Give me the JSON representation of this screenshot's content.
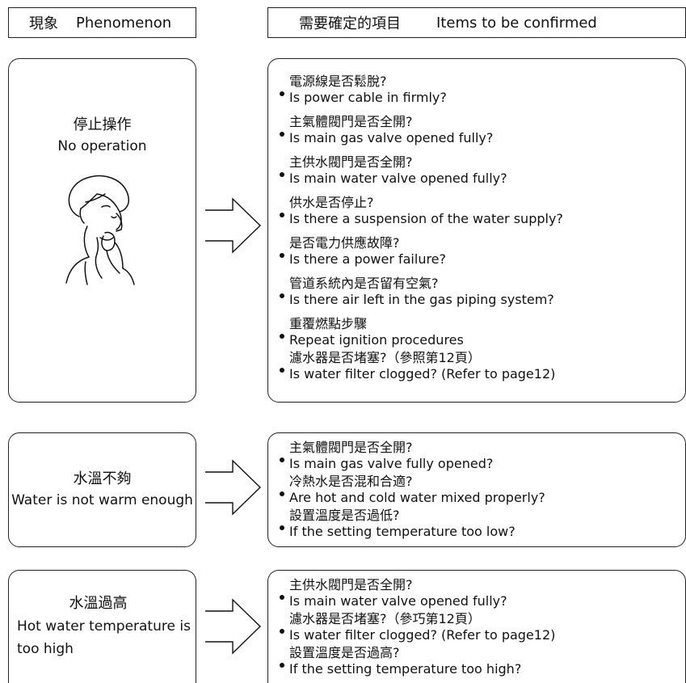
{
  "headers": {
    "phenomenon": {
      "zh": "現象",
      "en": "Phenomenon"
    },
    "items": {
      "zh": "需要確定的項目",
      "en": "Items to be confirmed"
    }
  },
  "sections": [
    {
      "phenomenon": {
        "zh": "停止操作",
        "en": "No operation"
      },
      "items": [
        {
          "zh": "電源線是否鬆脫?",
          "en": "Is power cable in firmly?"
        },
        {
          "zh": "主氣體閥門是否全開?",
          "en": "Is main gas valve opened fully?"
        },
        {
          "zh": "主供水閥門是否全開?",
          "en": "Is main water valve opened fully?"
        },
        {
          "zh": "供水是否停止?",
          "en": "Is there a suspension of the water supply?"
        },
        {
          "zh": "是否電力供應故障?",
          "en": "Is there a power failure?"
        },
        {
          "zh": "管道系統內是否留有空氣?",
          "en": "Is there air left in the gas piping system?"
        },
        {
          "zh": "重覆燃點步驟",
          "en": "Repeat ignition procedures"
        },
        {
          "zh": "濾水器是否堵塞?（參照第12頁）",
          "en": "Is water filter clogged? (Refer to page12)"
        }
      ]
    },
    {
      "phenomenon": {
        "zh": "水溫不夠",
        "en": "Water is not warm enough"
      },
      "items": [
        {
          "zh": "主氣體閥門是否全開?",
          "en": "Is main gas valve fully opened?"
        },
        {
          "zh": "冷熱水是否混和合適?",
          "en": "Are hot and cold water mixed properly?"
        },
        {
          "zh": "設置溫度是否過低?",
          "en": "If the setting temperature too low?"
        }
      ]
    },
    {
      "phenomenon": {
        "zh": "水溫過高",
        "en": "Hot water temperature is too high"
      },
      "items": [
        {
          "zh": "主供水閥門是否全開?",
          "en": "Is main water valve opened fully?"
        },
        {
          "zh": "濾水器是否堵塞?（參巧第12頁）",
          "en": "Is water filter clogged? (Refer to page12)"
        },
        {
          "zh": "設置溫度是否過高?",
          "en": "If the setting temperature too high?"
        }
      ]
    }
  ]
}
